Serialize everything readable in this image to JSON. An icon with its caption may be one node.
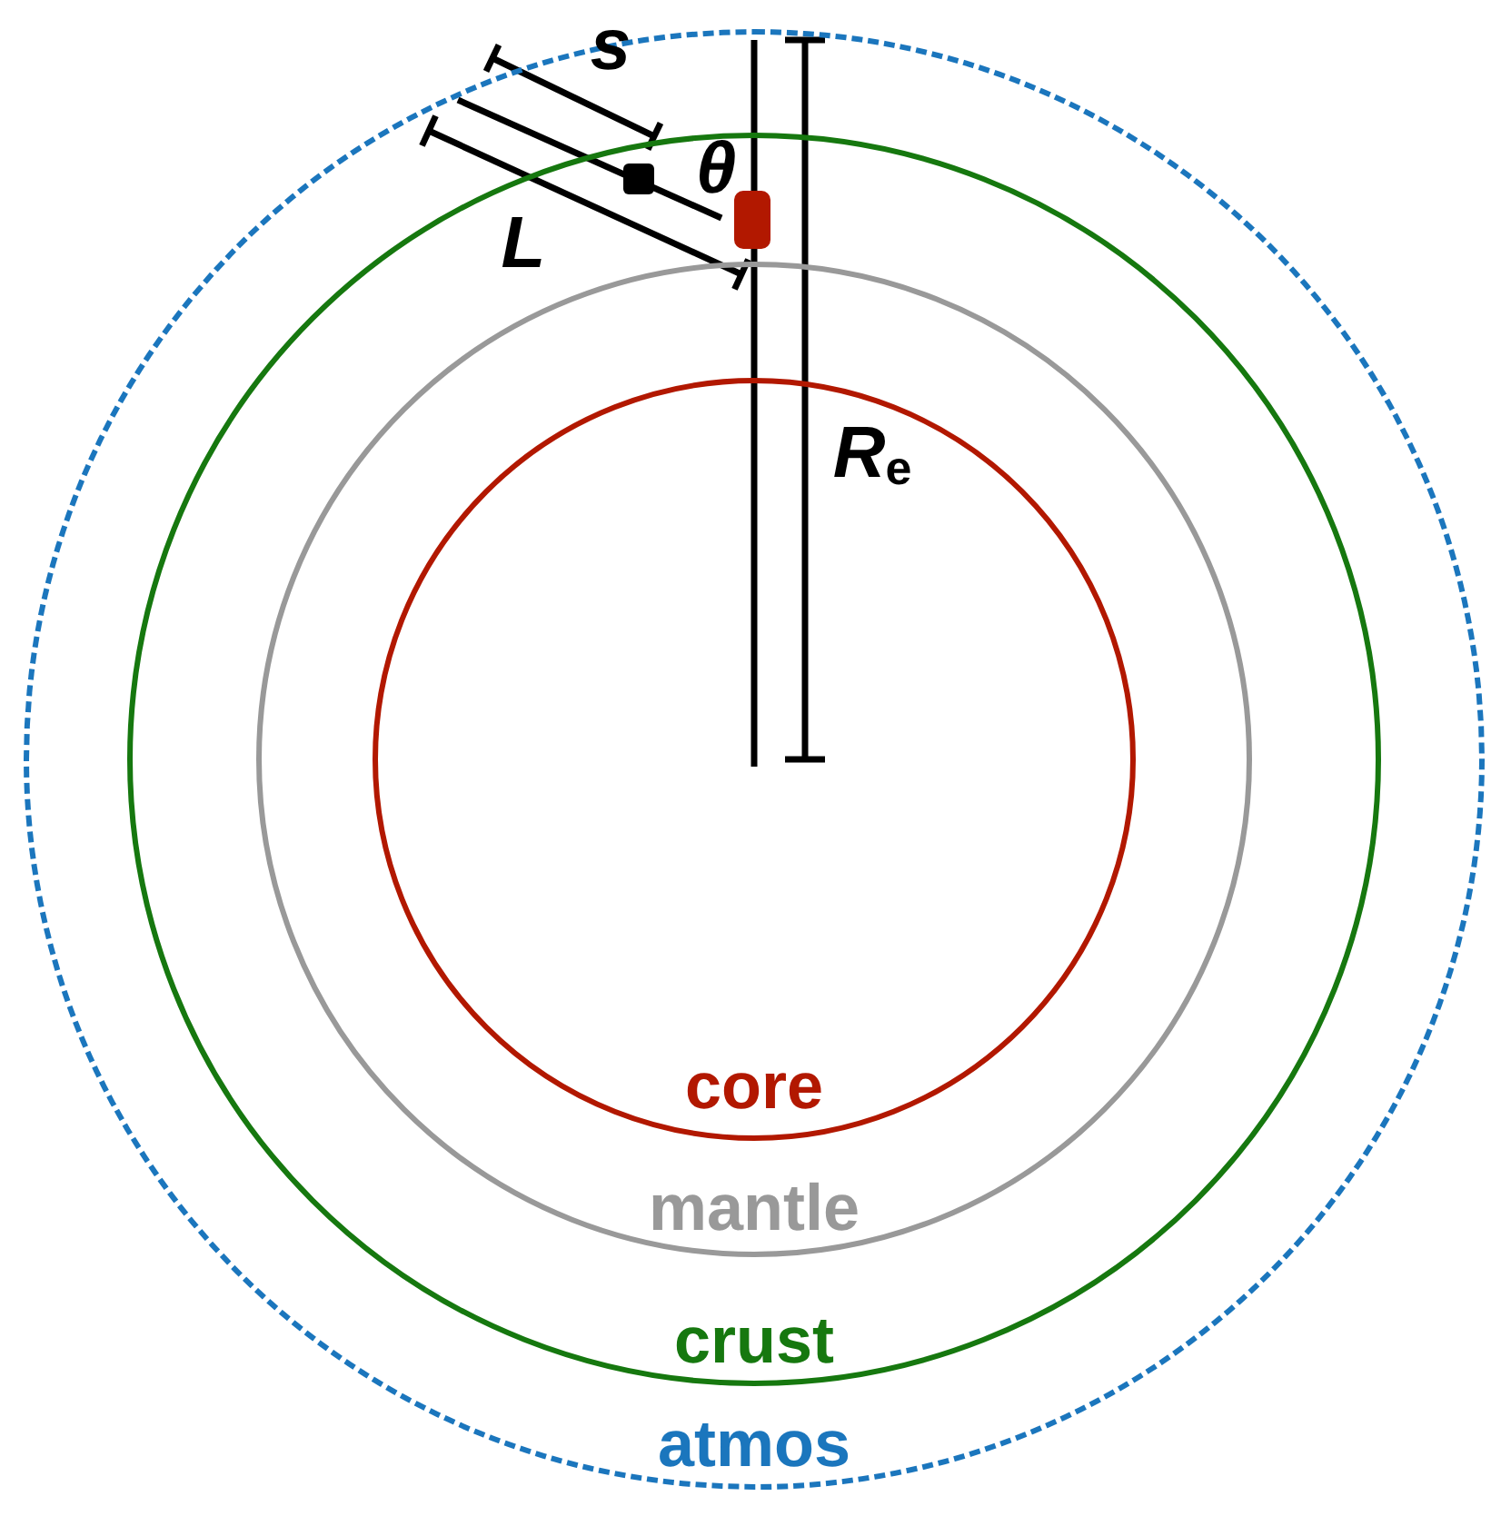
{
  "diagram": {
    "nodes": [
      {
        "text": [
          "atmos"
        ]
      },
      {
        "text": [
          "crust"
        ],
        "in": 0
      },
      {
        "text": [
          "mantle"
        ],
        "in": 1
      },
      {
        "text": [
          "core"
        ],
        "in": 2
      }
    ],
    "labels": [
      "s",
      "θ",
      "L",
      "*R*$_{e}$"
    ]
  }
}
